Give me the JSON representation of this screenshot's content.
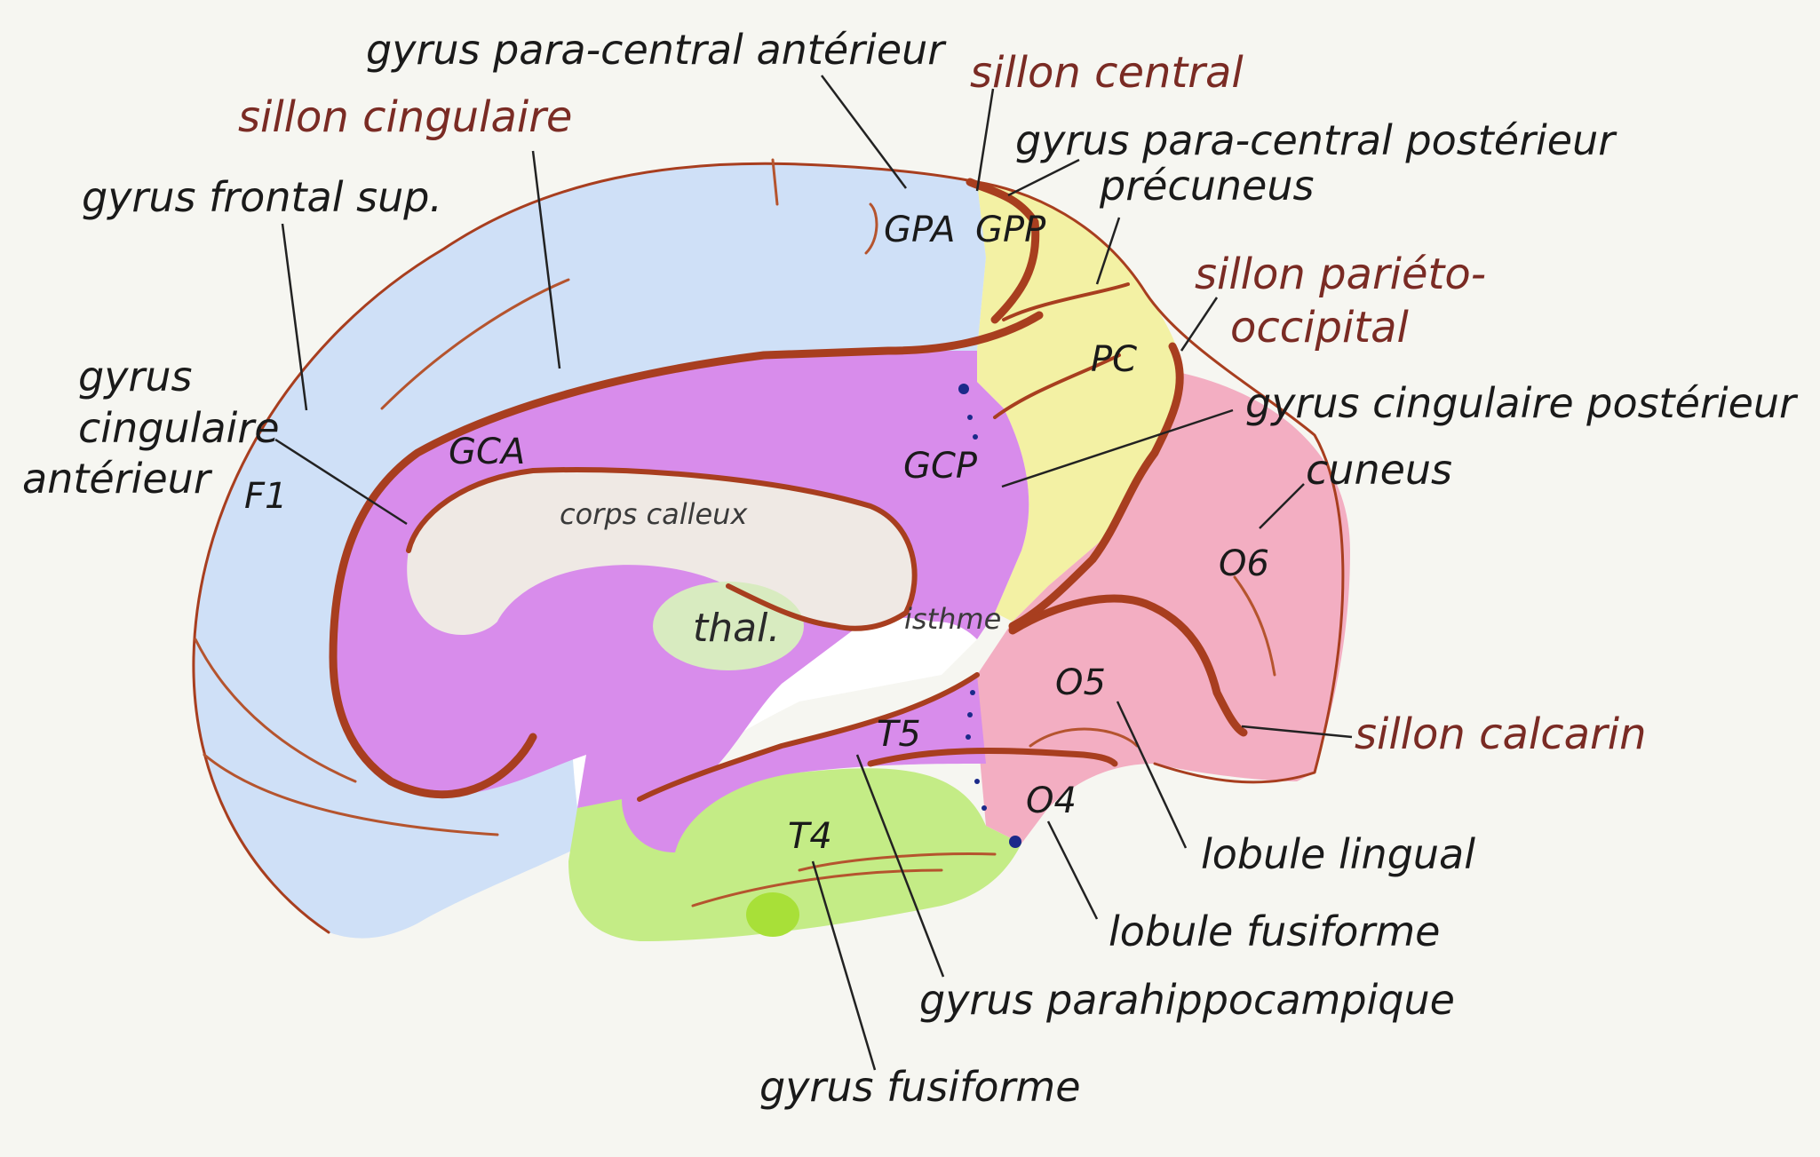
{
  "labels": {
    "gyrus_paracentral_anterieur": "gyrus para-central antérieur",
    "sillon_central": "sillon central",
    "sillon_cingulaire": "sillon cingulaire",
    "gyrus_paracentral_posterieur": "gyrus para-central postérieur",
    "gyrus_frontal_sup": "gyrus frontal sup.",
    "precuneus": "précuneus",
    "sillon_parieto_1": "sillon pariéto-",
    "sillon_parieto_2": "occipital",
    "gyrus_cingulaire_anterieur_1": "gyrus",
    "gyrus_cingulaire_anterieur_2": "cingulaire",
    "gyrus_cingulaire_anterieur_3": "antérieur",
    "gyrus_cingulaire_posterieur": "gyrus cingulaire postérieur",
    "cuneus": "cuneus",
    "sillon_calcarin": "sillon calcarin",
    "lobule_lingual": "lobule lingual",
    "lobule_fusiforme": "lobule fusiforme",
    "gyrus_parahippocampique": "gyrus parahippocampique",
    "gyrus_fusiforme": "gyrus fusiforme"
  },
  "regions": {
    "F1": "F1",
    "GPA": "GPA",
    "GPP": "GPP",
    "PC": "PC",
    "GCA": "GCA",
    "GCP": "GCP",
    "corps_calleux": "corps calleux",
    "thal": "thal.",
    "isthme": "isthme",
    "O6": "O6",
    "O5": "O5",
    "O4": "O4",
    "T5": "T5",
    "T4": "T4"
  },
  "colors": {
    "background": "#f6f6f1",
    "frontal_blue": "#cfe0f7",
    "cingulate_purple": "#d88ceb",
    "precuneus_yellow": "#f3f1a4",
    "occipital_pink": "#f3aec2",
    "temporal_green": "#c4ec86",
    "corpus_callosum": "#efe9e4",
    "thalamus": "#d8ebc0",
    "sulcus": "#a83e1f",
    "label_red": "#7a2b24"
  }
}
